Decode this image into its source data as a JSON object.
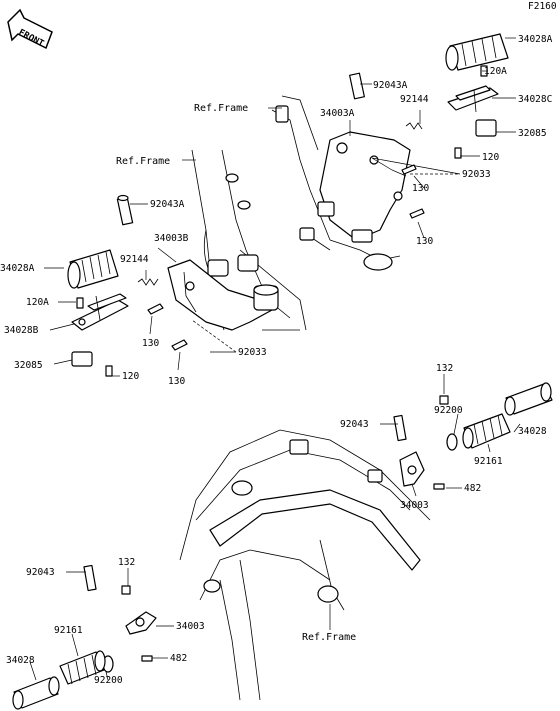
{
  "figure_code": "F2160",
  "front_arrow": "FRONT",
  "labels": {
    "ref_frame": "Ref.Frame",
    "p34028A": "34028A",
    "p120A": "120A",
    "p34028C": "34028C",
    "p32085": "32085",
    "p120": "120",
    "p92043A": "92043A",
    "p92144": "92144",
    "p34003A": "34003A",
    "p92033": "92033",
    "p130": "130",
    "p34003B": "34003B",
    "p34028B": "34028B",
    "p132": "132",
    "p92200": "92200",
    "p34028": "34028",
    "p92043": "92043",
    "p92161": "92161",
    "p34003": "34003",
    "p482": "482"
  }
}
